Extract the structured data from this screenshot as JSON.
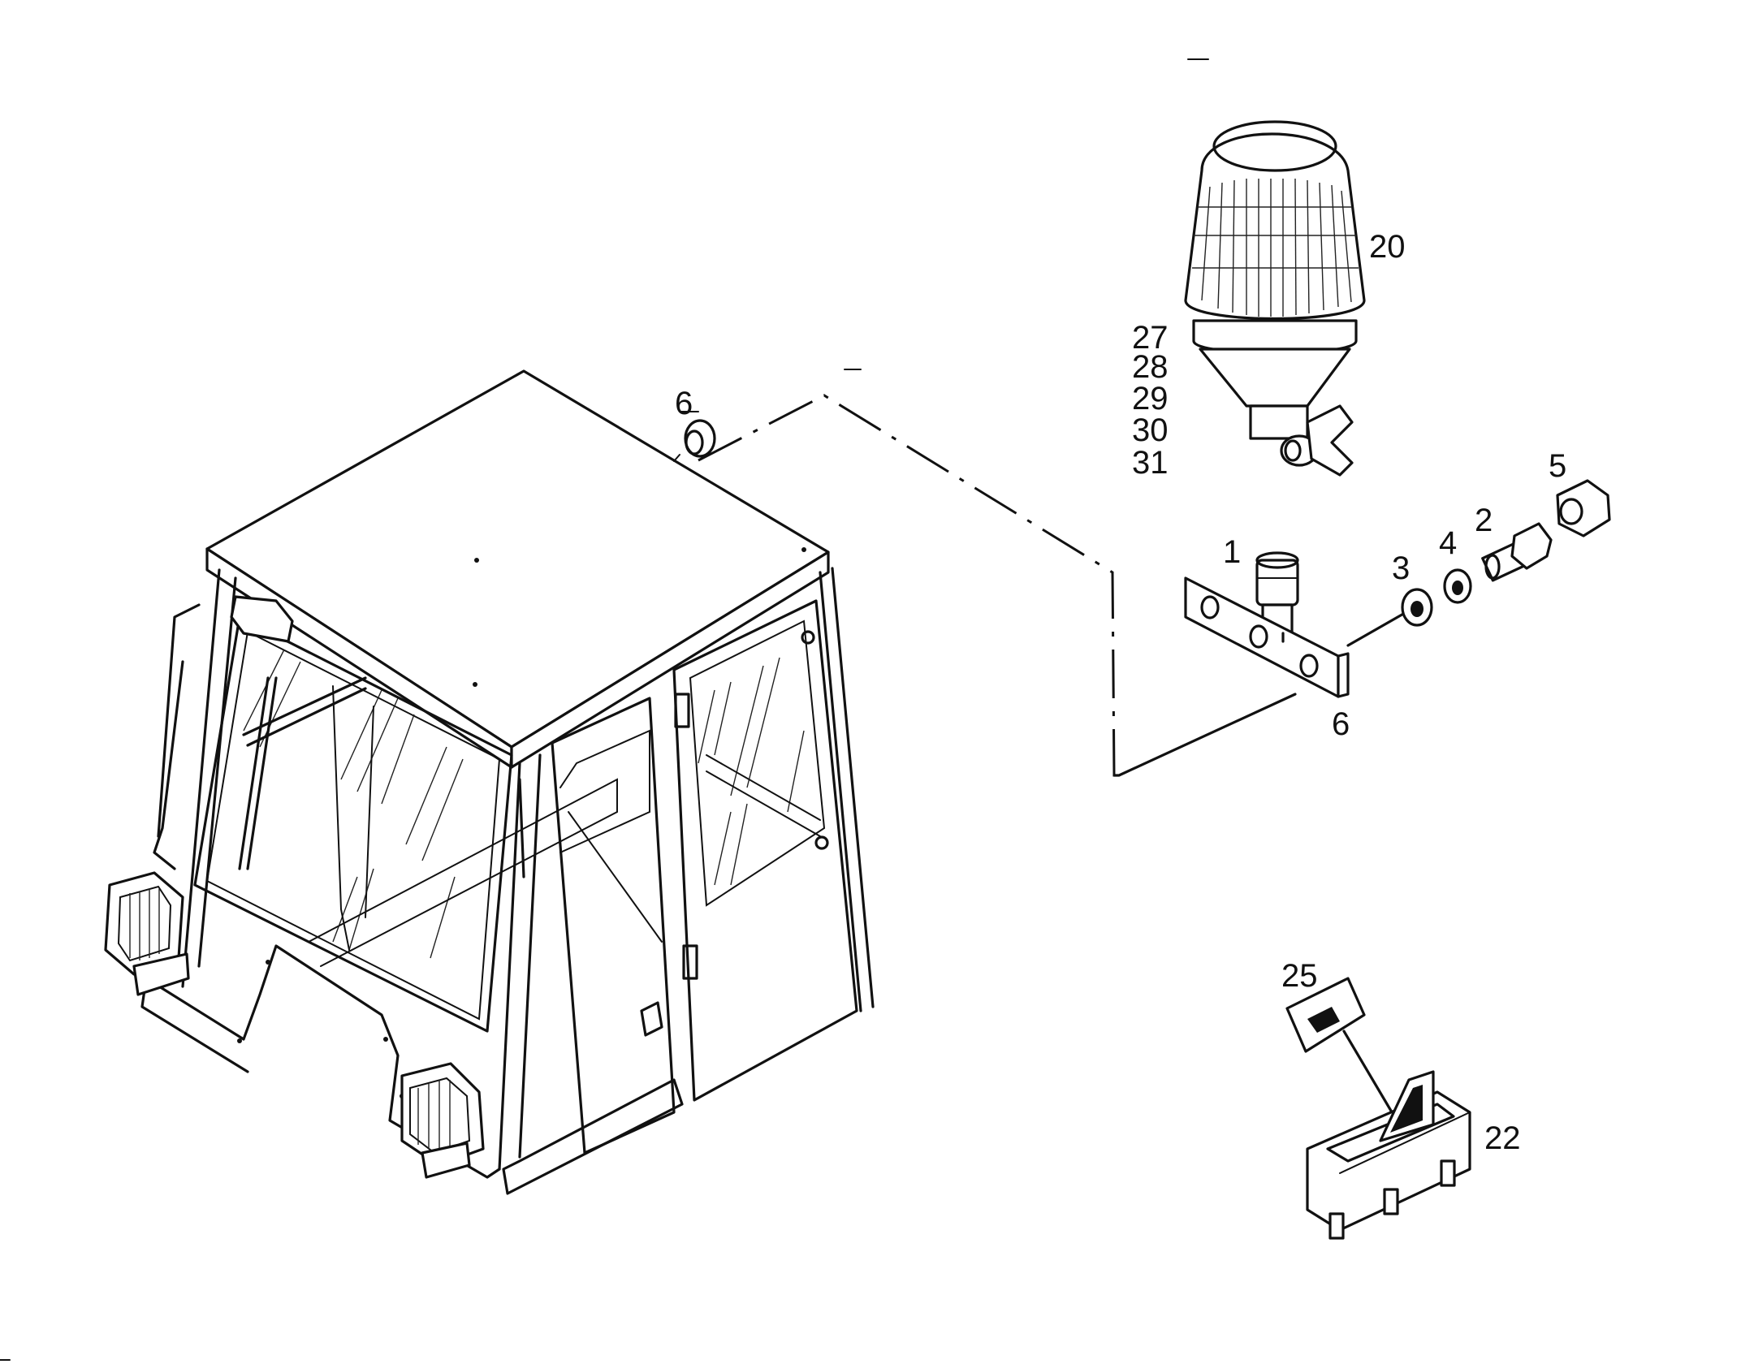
{
  "callouts": [
    {
      "id": "c6a",
      "text": "6"
    },
    {
      "id": "c20",
      "text": "20"
    },
    {
      "id": "c27",
      "text": "27"
    },
    {
      "id": "c28",
      "text": "28"
    },
    {
      "id": "c29",
      "text": "29"
    },
    {
      "id": "c30",
      "text": "30"
    },
    {
      "id": "c31",
      "text": "31"
    },
    {
      "id": "c1",
      "text": "1"
    },
    {
      "id": "c2",
      "text": "2"
    },
    {
      "id": "c3",
      "text": "3"
    },
    {
      "id": "c4",
      "text": "4"
    },
    {
      "id": "c5",
      "text": "5"
    },
    {
      "id": "c6b",
      "text": "6"
    },
    {
      "id": "c25",
      "text": "25"
    },
    {
      "id": "c22",
      "text": "22"
    }
  ]
}
